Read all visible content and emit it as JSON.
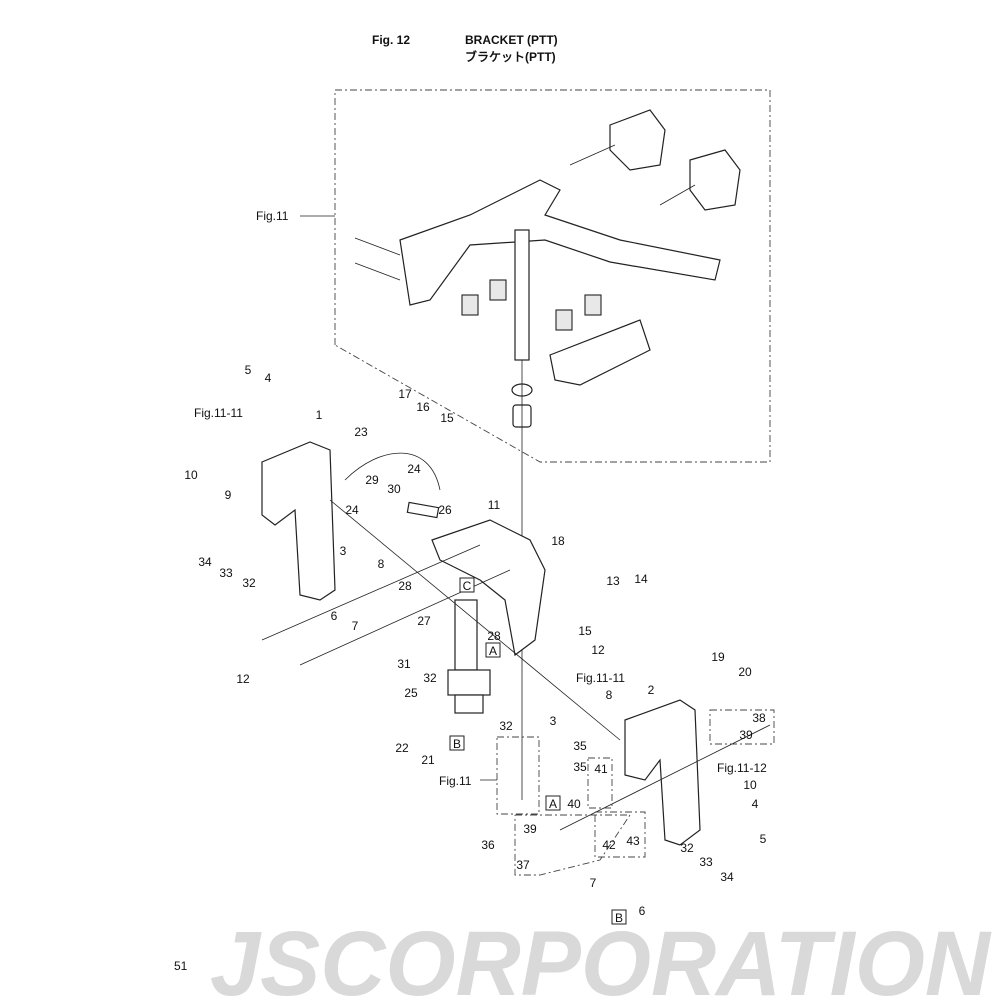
{
  "header": {
    "fig_number": "Fig. 12",
    "title_en": "BRACKET (PTT)",
    "title_jp": "ブラケット(PTT)"
  },
  "watermark": "JSCORPORATION",
  "page_number": "51",
  "refs": {
    "fig11": "Fig.11",
    "fig11_11": "Fig.11-11",
    "fig11_12": "Fig.11-12"
  },
  "boxes": {
    "a": "A",
    "b": "B",
    "c": "C"
  },
  "labels": [
    "5",
    "4",
    "1",
    "10",
    "9",
    "17",
    "16",
    "15",
    "23",
    "29",
    "30",
    "24",
    "24",
    "26",
    "11",
    "3",
    "8",
    "34",
    "33",
    "32",
    "18",
    "28",
    "27",
    "28",
    "6",
    "7",
    "13",
    "14",
    "15",
    "12",
    "12",
    "31",
    "32",
    "25",
    "32",
    "22",
    "21",
    "19",
    "20",
    "8",
    "2",
    "3",
    "38",
    "39",
    "35",
    "35",
    "41",
    "10",
    "40",
    "4",
    "5",
    "39",
    "36",
    "42",
    "43",
    "32",
    "33",
    "34",
    "37",
    "7",
    "6"
  ]
}
